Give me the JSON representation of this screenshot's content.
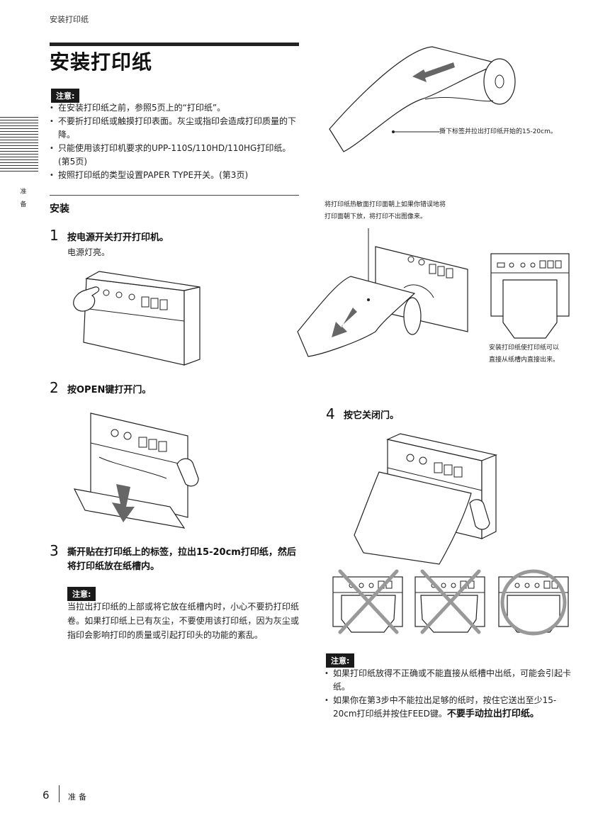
{
  "running_head": "安装打印纸",
  "title": "安装打印纸",
  "notes_badge": "注意:",
  "top_notes": [
    "在安装打印纸之前，参照5页上的“打印纸”。",
    "不要折打印纸或触摸打印表面。灰尘或指印会造成打印质量的下降。",
    "只能使用该打印机要求的UPP-110S/110HD/110HG打印纸。(第5页)",
    "按照打印纸的类型设置PAPER TYPE开关。(第3页)"
  ],
  "side_tab_text": "准备",
  "section_title": "安装",
  "steps": [
    {
      "num": "1",
      "text": "按电源开关打开打印机。",
      "sub": "电源灯亮。"
    },
    {
      "num": "2",
      "text": "按OPEN键打开门。"
    },
    {
      "num": "3",
      "text": "撕开贴在打印纸上的标签，拉出15-20cm打印纸，然后将打印纸放在纸槽内。"
    },
    {
      "num": "4",
      "text": "按它关闭门。"
    }
  ],
  "step3_note": "当拉出打印纸的上部或将它放在纸槽内时，小心不要扔打印纸卷。如果打印纸上已有灰尘，不要使用该打印纸，因为灰尘或指印会影响打印的质量或引起打印头的功能的紊乱。",
  "callouts": {
    "roll": "撕下标签并拉出打印纸开始的15-20cm。",
    "face_1": "将打印纸热敏面打印面朝上如果你错误地将",
    "face_2": "打印面朝下放，将打印不出图像来。",
    "slot_1": "安装打印纸使打印纸可以",
    "slot_2": "直接从纸槽内直接出来。"
  },
  "bottom_notes": [
    "如果打印纸放得不正确或不能直接从纸槽中出纸，可能会引起卡纸。",
    "如果你在第3步中不能拉出足够的纸时，按住它送出至少15-20cm打印纸并按住FEED键。"
  ],
  "bottom_notes_emphasis": "不要手动拉出打印纸。",
  "footer": {
    "page_number": "6",
    "section": "准备"
  }
}
